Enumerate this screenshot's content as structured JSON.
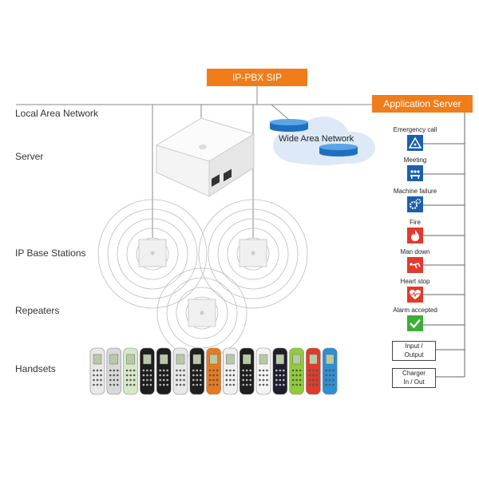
{
  "top": {
    "ippbx": "IP-PBX SIP",
    "app_server": "Application Server",
    "wan": "Wide Area Network"
  },
  "rows": {
    "lan": "Local Area Network",
    "server": "Server",
    "base": "IP Base Stations",
    "repeaters": "Repeaters",
    "handsets": "Handsets"
  },
  "alarms": [
    {
      "label": "Emergency call",
      "icon": "emergency-icon",
      "color": "#1b5fae"
    },
    {
      "label": "Meeting",
      "icon": "meeting-icon",
      "color": "#1b5fae"
    },
    {
      "label": "Machine failure",
      "icon": "gears-icon",
      "color": "#1b5fae"
    },
    {
      "label": "Fire",
      "icon": "fire-icon",
      "color": "#e23a2b"
    },
    {
      "label": "Man down",
      "icon": "man-down-icon",
      "color": "#e23a2b"
    },
    {
      "label": "Heart stop",
      "icon": "heart-icon",
      "color": "#e23a2b"
    },
    {
      "label": "Alarm accepted",
      "icon": "checkmark-icon",
      "color": "#3fae36"
    }
  ],
  "io": {
    "line1": "Input /",
    "line2": "Output"
  },
  "charger": {
    "line1": "Charger",
    "line2": "In / Out"
  },
  "colors": {
    "accent": "#f07d1a",
    "lines": "#777777"
  },
  "handset_colors": [
    "#e8e8e8",
    "#d8d8d8",
    "#d6e8c8",
    "#1e1e1e",
    "#1e1e1e",
    "#e8e8e8",
    "#1e1e1e",
    "#e87a1e",
    "#f0f0f0",
    "#1e1e1e",
    "#f4f4f4",
    "#1e1e2e",
    "#8fcc3a",
    "#e23a2b",
    "#2d8fd6"
  ]
}
